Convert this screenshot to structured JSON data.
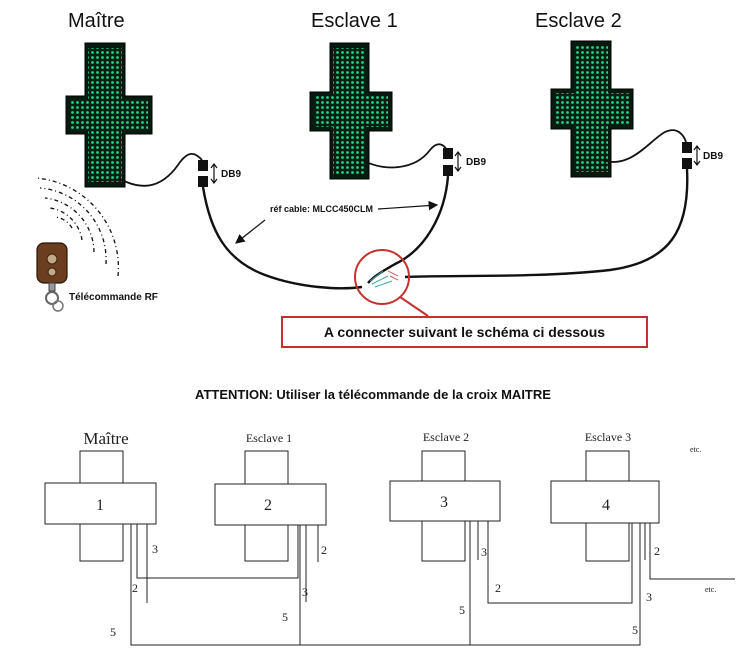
{
  "photo": {
    "titles": {
      "master": "Maître",
      "slave1": "Esclave 1",
      "slave2": "Esclave 2"
    },
    "connector": "DB9",
    "cable_ref": "réf cable: MLCC450CLM",
    "remote": "Télécommande RF",
    "callout": "A connecter suivant  le schéma ci dessous",
    "colors": {
      "led_green": "#19c77a",
      "callout_red": "#c7312d"
    }
  },
  "warning": "ATTENTION: Utiliser la télécommande de la croix MAITRE",
  "schematic": {
    "units": [
      {
        "label": "Maître",
        "number": "1"
      },
      {
        "label": "Esclave 1",
        "number": "2"
      },
      {
        "label": "Esclave 2",
        "number": "3"
      },
      {
        "label": "Esclave 3",
        "number": "4"
      }
    ],
    "etc_top": "etc.",
    "etc_right": "etc.",
    "pins": {
      "p2": "2",
      "p3": "3",
      "p5": "5"
    }
  }
}
